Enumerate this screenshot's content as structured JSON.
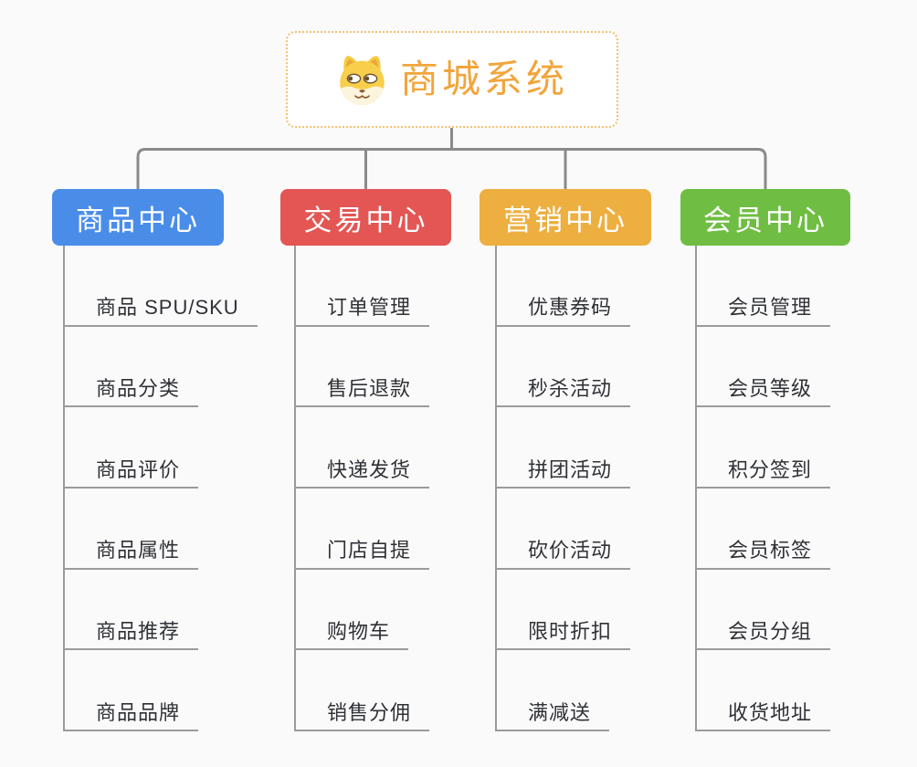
{
  "page": {
    "background_color": "#FAFAFA",
    "connector_color": "#8A8A8A"
  },
  "root": {
    "title": "商城系统",
    "title_color": "#F2A53B",
    "border_color": "#F3C070",
    "icon": "dog-face-icon"
  },
  "branches": [
    {
      "label": "商品中心",
      "color": "#4A8DE9",
      "items": [
        "商品 SPU/SKU",
        "商品分类",
        "商品评价",
        "商品属性",
        "商品推荐",
        "商品品牌"
      ]
    },
    {
      "label": "交易中心",
      "color": "#E35654",
      "items": [
        "订单管理",
        "售后退款",
        "快递发货",
        "门店自提",
        "购物车",
        "销售分佣"
      ]
    },
    {
      "label": "营销中心",
      "color": "#EDAF40",
      "items": [
        "优惠券码",
        "秒杀活动",
        "拼团活动",
        "砍价活动",
        "限时折扣",
        "满减送"
      ]
    },
    {
      "label": "会员中心",
      "color": "#6FBE43",
      "items": [
        "会员管理",
        "会员等级",
        "积分签到",
        "会员标签",
        "会员分组",
        "收货地址"
      ]
    }
  ]
}
